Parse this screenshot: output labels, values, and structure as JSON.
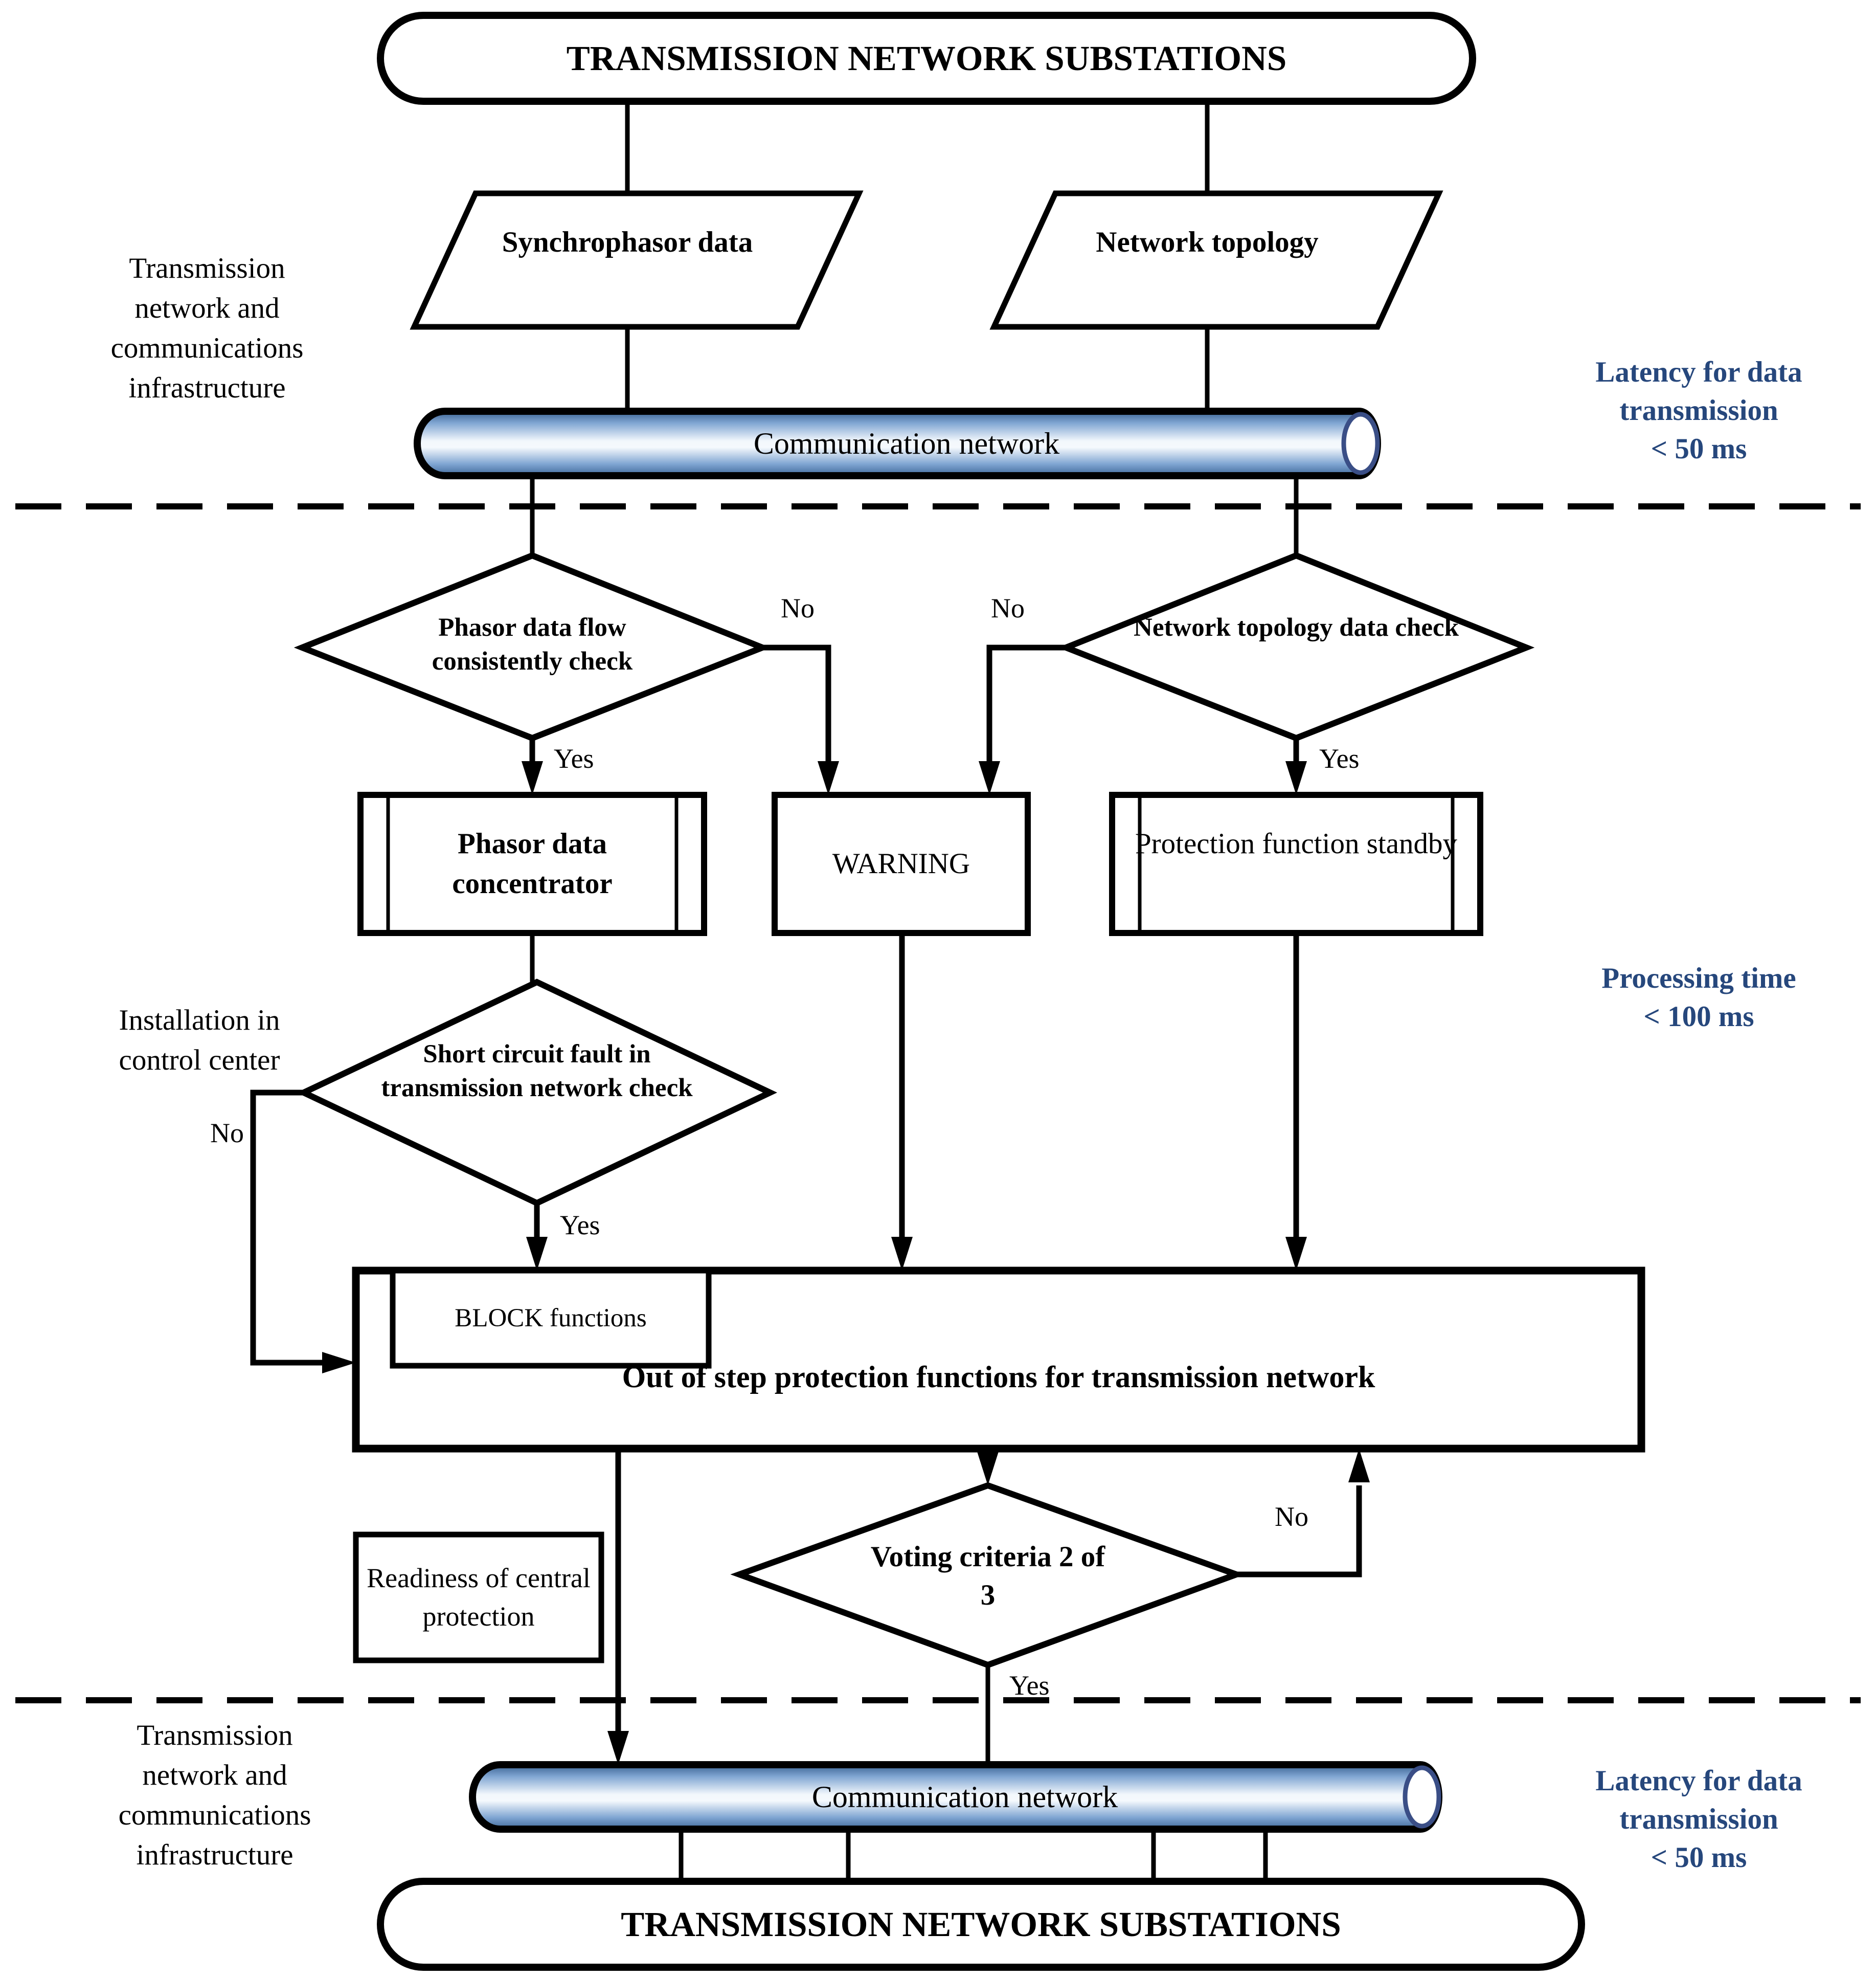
{
  "colors": {
    "accent_blue": "#26477C",
    "line_black": "#000000",
    "cylinder_dark": "#3D689C",
    "cylinder_light": "#F2F7FC",
    "cylinder_ring": "#3A4E86"
  },
  "flow": {
    "substations": "TRANSMISSION NETWORK SUBSTATIONS",
    "synchrophasor": "Synchrophasor data",
    "network_topology": "Network topology",
    "comm_network": "Communication network",
    "d_phasor": "Phasor data flow consistently check",
    "d_topology": "Network topology data check",
    "d_short_circuit": "Short circuit fault in transmission network check",
    "pdc": "Phasor data concentrator",
    "warning": "WARNING",
    "pfs": "Protection function standby",
    "block": "BLOCK functions",
    "out_of_step": "Out of step protection functions for transmission network",
    "readiness": "Readiness of central protection",
    "voting": "Voting criteria 2 of 3",
    "yes": "Yes",
    "no": "No"
  },
  "annotations": {
    "zone_infra_lines": [
      "Transmission",
      "network and",
      "communications",
      "infrastructure"
    ],
    "install_lines": [
      "Installation in",
      "control center"
    ],
    "latency_lines": [
      "Latency for data",
      "transmission",
      "< 50 ms"
    ],
    "processing_lines": [
      "Processing time",
      "< 100 ms"
    ]
  }
}
